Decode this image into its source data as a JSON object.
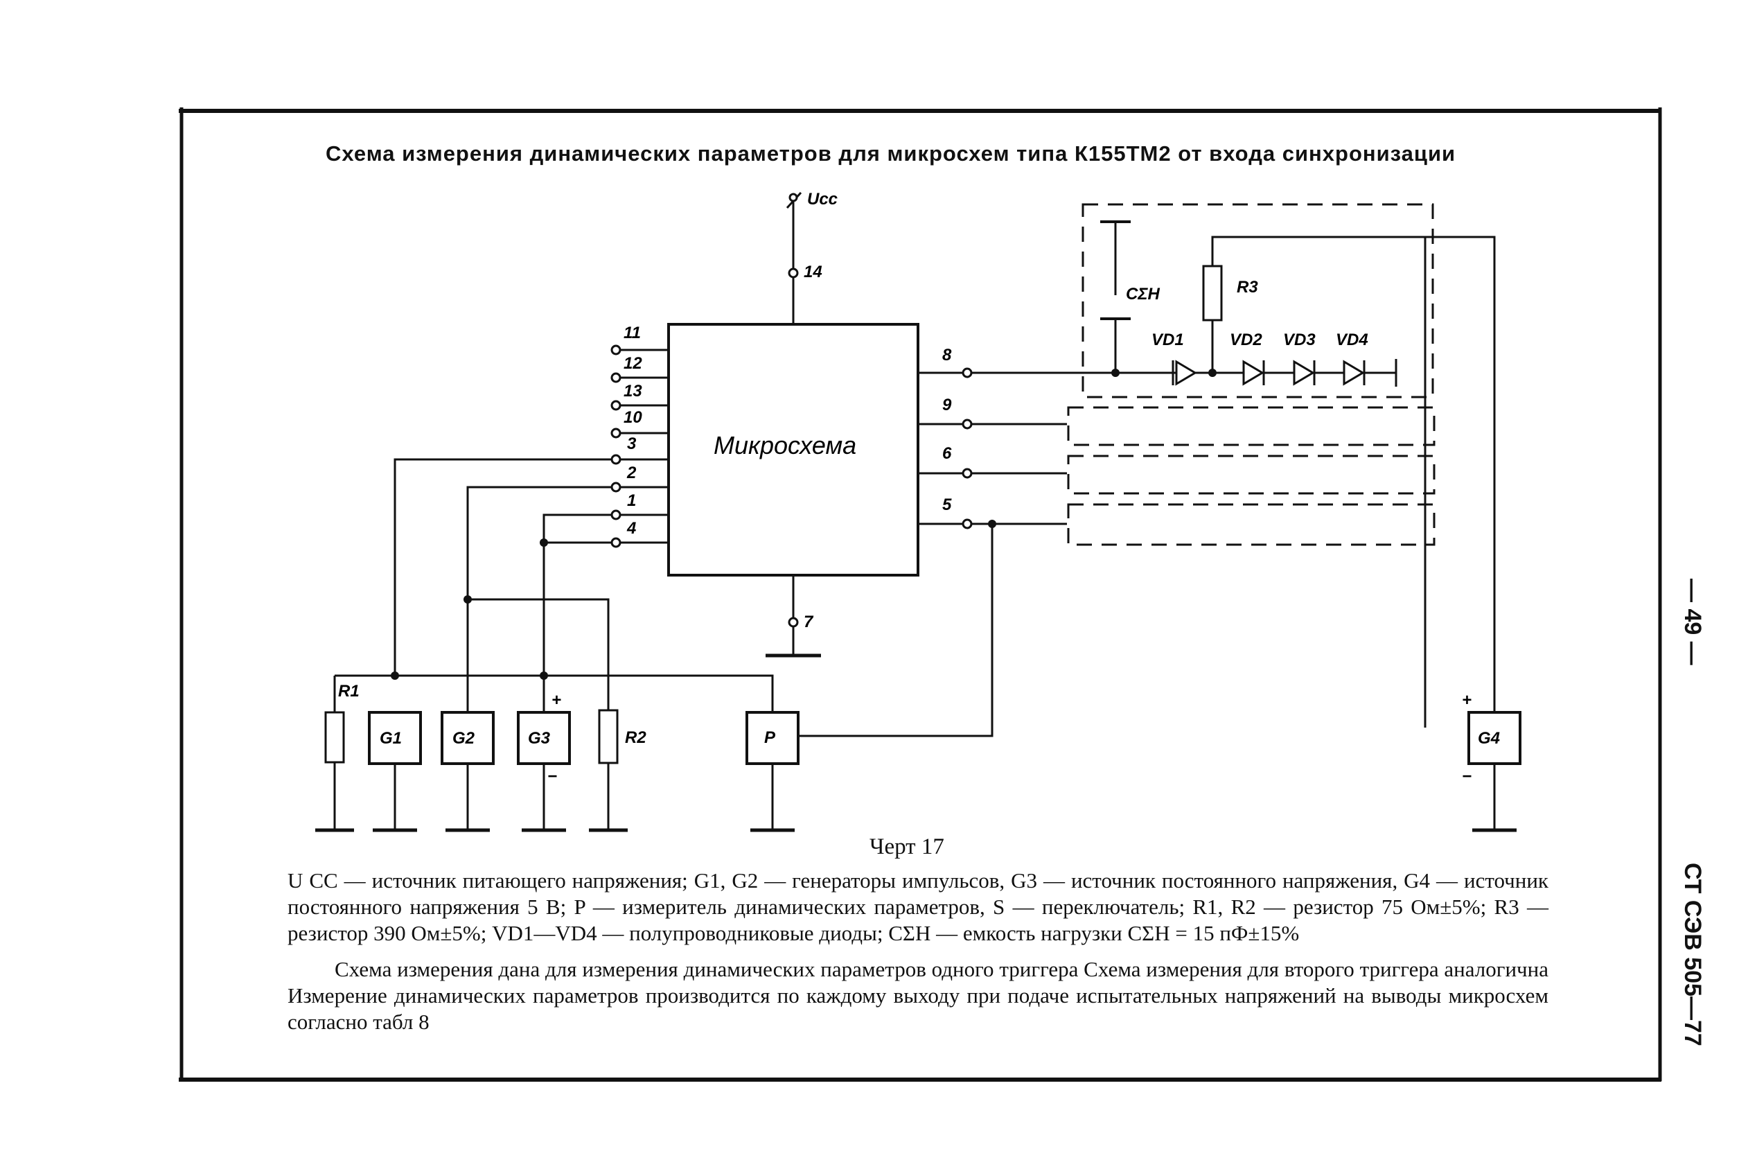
{
  "title": "Схема измерения динамических параметров для микросхем типа К155ТМ2 от входа синхронизации",
  "caption": "Черт 17",
  "legend": "U CC — источник питающего напряжения; G1, G2 — генераторы импульсов, G3 — источник постоянного напряжения, G4 — источник постоянного напряжения 5 В; P — измеритель динамических параметров, S — переключатель; R1, R2 — резистор 75 Ом±5%; R3 — резистор 390 Ом±5%; VD1—VD4 — полупроводниковые диоды; CΣH — емкость нагрузки CΣH = 15 пФ±15%",
  "note": "Схема измерения дана для измерения динамических параметров одного триггера Схема измерения для второго триггера аналогична Измерение динамических параметров производится по каждому выходу при подаче испытательных напряжений на выводы микросхем согласно табл 8",
  "side": {
    "page_number": "— 49 —",
    "standard": "СТ СЭВ 505—77"
  },
  "diagram": {
    "chip_label": "Микросхема",
    "supply_label": "Ucc",
    "pins": {
      "p14": "14",
      "p7": "7",
      "p11": "11",
      "p12": "12",
      "p13": "13",
      "p10": "10",
      "p3": "3",
      "p2": "2",
      "p1": "1",
      "p4": "4",
      "p8": "8",
      "p9": "9",
      "p6": "6",
      "p5": "5"
    },
    "components": {
      "R1": "R1",
      "R2": "R2",
      "R3": "R3",
      "G1": "G1",
      "G2": "G2",
      "G3": "G3",
      "G4": "G4",
      "P": "P",
      "C": "CΣH",
      "VD1": "VD1",
      "VD2": "VD2",
      "VD3": "VD3",
      "VD4": "VD4"
    },
    "signs": {
      "plus": "+",
      "minus": "−"
    }
  }
}
